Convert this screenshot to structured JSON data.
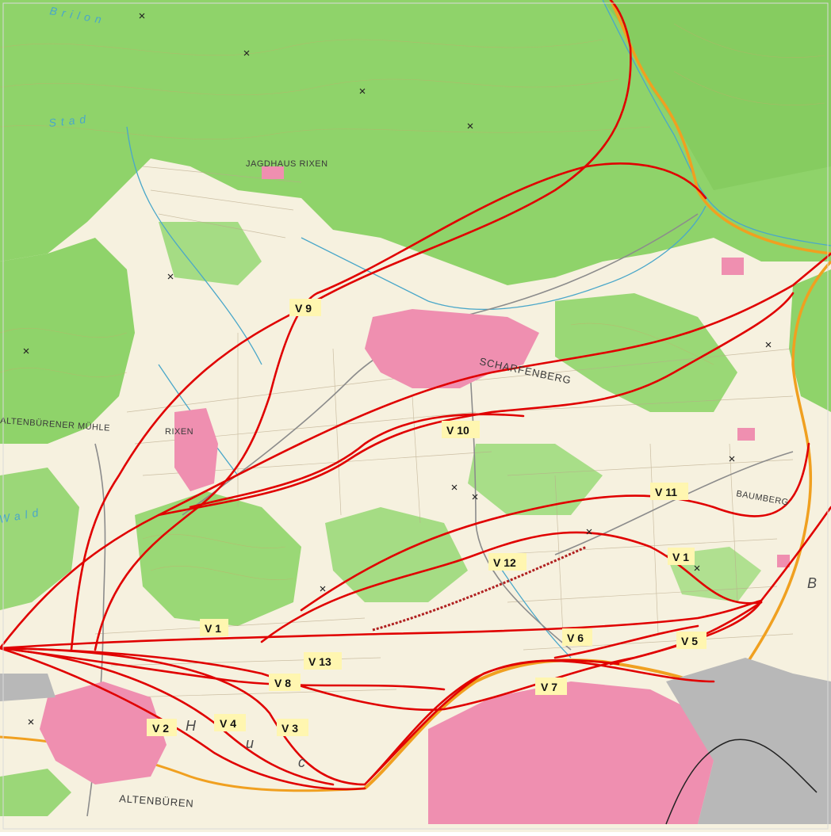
{
  "colors": {
    "forest": "#8fd36a",
    "field": "#f6f1df",
    "settlement": "#ef8fb0",
    "industry": "#b8b8b8",
    "route": "#e00000",
    "label_bg": "#fff6b0",
    "water": "#4aa7c9",
    "highway": "#f0a020"
  },
  "places": {
    "scharfenberg": "SCHARFENBERG",
    "rixen": "RIXEN",
    "altenbueren": "ALTENBÜREN",
    "baumberg": "BAUMBERG",
    "jagdschloss": "JAGDHAUS RIXEN",
    "muehle": "ALTENBÜRENER MÜHLE"
  },
  "water_labels": {
    "brilon": "Brilon",
    "stad": "Stad",
    "wald": "Wald"
  },
  "hill_labels": {
    "h": "H",
    "u": "u",
    "c": "c",
    "b": "B"
  },
  "routes": {
    "v1_west": "V 1",
    "v1_east": "V 1",
    "v2": "V 2",
    "v3": "V 3",
    "v4": "V 4",
    "v5": "V 5",
    "v6": "V 6",
    "v7": "V 7",
    "v8": "V 8",
    "v9": "V 9",
    "v10": "V 10",
    "v11": "V 11",
    "v12": "V 12",
    "v13": "V 13"
  }
}
